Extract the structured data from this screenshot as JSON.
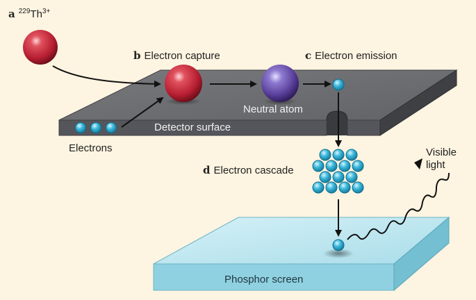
{
  "labels": {
    "a": {
      "tag": "a",
      "mass": "229",
      "element": "Th",
      "charge": "3+"
    },
    "b": {
      "tag": "b",
      "text": "Electron capture"
    },
    "c": {
      "tag": "c",
      "text": "Electron emission"
    },
    "d": {
      "tag": "d",
      "text": "Electron cascade"
    },
    "neutral_atom": "Neutral atom",
    "detector_surface": "Detector surface",
    "electrons": "Electrons",
    "visible_light": "Visible light",
    "phosphor_screen": "Phosphor screen"
  },
  "colors": {
    "background": "#fdf4e1",
    "detector_top": "#6a6b6e",
    "detector_front": "#54555a",
    "phosphor_top": "#bfe6ef",
    "phosphor_front": "#8fd1e0",
    "electron": "#3cb8dc",
    "thorium_ion": "#c2253a",
    "neutral_atom": "#6a4fa8"
  }
}
